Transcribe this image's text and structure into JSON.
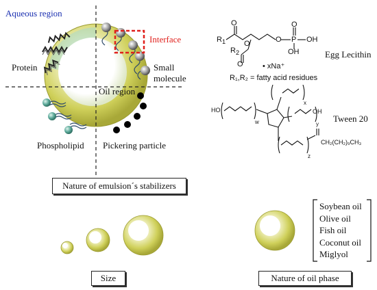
{
  "emulsion": {
    "aqueous_region": "Aqueous region",
    "interface": "Interface",
    "protein": "Protein",
    "small_molecule_line1": "Small",
    "small_molecule_line2": "molecule",
    "oil_region": "Oil region",
    "phospholipid": "Phospholipid",
    "pickering_particle": "Pickering particle",
    "stabilizers_caption": "Nature of emulsion´s stabilizers"
  },
  "egg_lecithin": {
    "name": "Egg Lecithin",
    "r1": "R",
    "r1_sub": "1",
    "r2": "R",
    "r2_sub": "2",
    "o": "O",
    "p": "P",
    "oh": "OH",
    "salt": "• xNa⁺",
    "residues_note": "R₁,R₂ = fatty acid residues"
  },
  "tween20": {
    "name": "Tween 20",
    "ho": "HO",
    "oh": "OH",
    "w": "w",
    "x": "x",
    "y": "y",
    "z": "z",
    "tail": "CH₂(CH₂)₉CH₃"
  },
  "size": {
    "caption": "Size"
  },
  "oil_phase": {
    "caption": "Nature of oil phase",
    "oils": [
      "Soybean oil",
      "Olive oil",
      "Fish oil",
      "Coconut oil",
      "Miglyol"
    ]
  },
  "colors": {
    "droplet_outer": "#c8c84a",
    "droplet_inner": "#ffffff",
    "interface_box": "#e0201c",
    "aqueous_text": "#1a2fb0",
    "phospholipid_head": "#4a9a86",
    "chain_color": "#2d4a6a"
  }
}
